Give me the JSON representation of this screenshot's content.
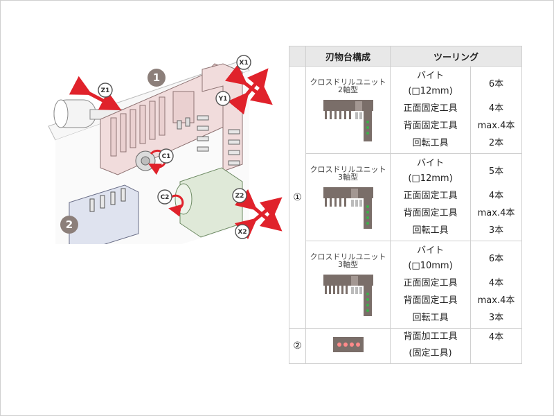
{
  "diagram": {
    "badges": [
      "1",
      "2"
    ],
    "axes": [
      "Z1",
      "X1",
      "Y1",
      "C1",
      "C2",
      "Z2",
      "X2"
    ]
  },
  "table": {
    "header": {
      "turret": "刃物台構成",
      "tooling": "ツーリング"
    },
    "groups": [
      {
        "label": "①",
        "units": [
          {
            "name": "クロスドリルユニット",
            "sub": "2軸型",
            "tools": [
              {
                "name": "バイト\n(□12mm)",
                "qty": "6本"
              },
              {
                "name": "正面固定工具",
                "qty": "4本"
              },
              {
                "name": "背面固定工具",
                "qty": "max.4本"
              },
              {
                "name": "回転工具",
                "qty": "2本"
              }
            ]
          },
          {
            "name": "クロスドリルユニット",
            "sub": "3軸型",
            "tools": [
              {
                "name": "バイト\n(□12mm)",
                "qty": "5本"
              },
              {
                "name": "正面固定工具",
                "qty": "4本"
              },
              {
                "name": "背面固定工具",
                "qty": "max.4本"
              },
              {
                "name": "回転工具",
                "qty": "3本"
              }
            ]
          },
          {
            "name": "クロスドリルユニット",
            "sub": "3軸型",
            "tools": [
              {
                "name": "バイト\n(□10mm)",
                "qty": "6本"
              },
              {
                "name": "正面固定工具",
                "qty": "4本"
              },
              {
                "name": "背面固定工具",
                "qty": "max.4本"
              },
              {
                "name": "回転工具",
                "qty": "3本"
              }
            ]
          }
        ]
      },
      {
        "label": "②",
        "units": [
          {
            "name": "",
            "sub": "",
            "tools": [
              {
                "name": "背面加工工具\n(固定工具)",
                "qty": "4本"
              }
            ]
          }
        ]
      }
    ]
  },
  "colors": {
    "arrow": "#e0222b",
    "turret_body": "#f1dcdc",
    "spindle2": "#dfe9d8",
    "block2": "#dfe3ef",
    "unit_icon": "#7a6e69",
    "green_led": "#3db04a",
    "red_led": "#ff8a8a"
  }
}
